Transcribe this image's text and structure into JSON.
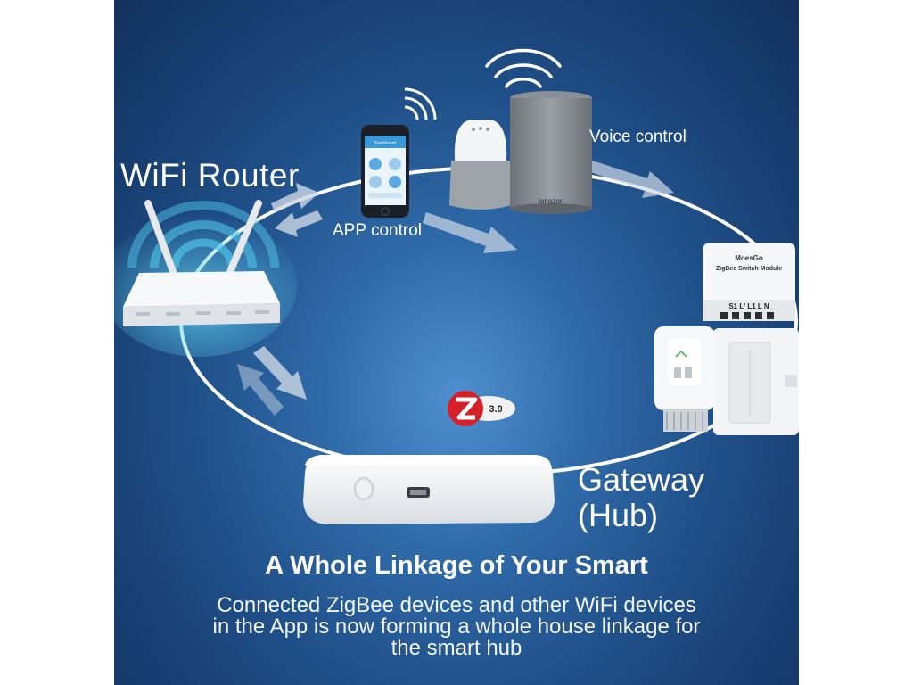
{
  "labels": {
    "wifi_router": "WiFi Router",
    "app_control": "APP control",
    "voice_control": "Voice control",
    "gateway_line1": "Gateway",
    "gateway_line2": "(Hub)",
    "zigbee_version": "3.0"
  },
  "module": {
    "brand": "MoesGo",
    "model": "ZigBee Switch Module",
    "terminals": "S1 L' L1  L  N"
  },
  "speaker": {
    "brand": "amazon"
  },
  "phone": {
    "screen_title": "Dashboard"
  },
  "headline": "A Whole Linkage of Your Smart",
  "description": {
    "line1": "Connected ZigBee devices and other WiFi devices",
    "line2": "in the App is now forming a whole house linkage for",
    "line3": "the smart hub"
  },
  "colors": {
    "bg_center": "#4f8fcf",
    "bg_edge": "#12325d",
    "text": "#ffffff",
    "zigbee_red": "#d5202a"
  }
}
